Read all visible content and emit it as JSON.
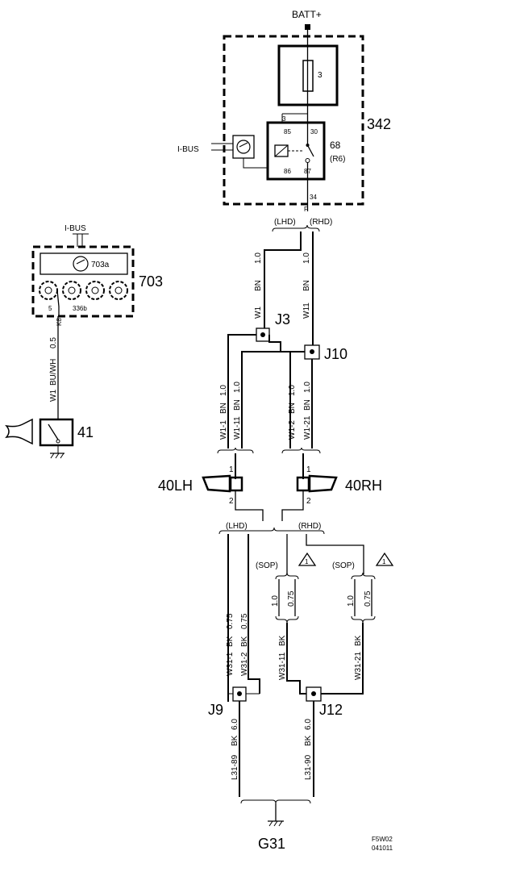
{
  "power": {
    "label": "BATT+"
  },
  "components": {
    "c342": {
      "id": "342"
    },
    "fuse": {
      "number": "3"
    },
    "relay": {
      "id": "68",
      "sub": "(R6)",
      "pin85": "85",
      "pin86": "86",
      "pin30": "30",
      "pin87": "87",
      "pin_top": "3"
    },
    "ibus_relay": {
      "label": "I-BUS"
    },
    "c703": {
      "id": "703",
      "sub_a": "703a",
      "sub_b": "336b",
      "bus": "I-BUS",
      "pin5": "5"
    },
    "c41": {
      "id": "41"
    },
    "horn_lh": {
      "id": "40LH",
      "pin1": "1",
      "pin2": "2"
    },
    "horn_rh": {
      "id": "40RH",
      "pin1": "1",
      "pin2": "2"
    },
    "ground": {
      "id": "G31"
    }
  },
  "connectors": {
    "pin34": "34",
    "pinF": "F",
    "pinK8": "K8"
  },
  "splices": {
    "j3": "J3",
    "j10": "J10",
    "j9": "J9",
    "j12": "J12"
  },
  "variants": {
    "lhd": "(LHD)",
    "rhd": "(RHD)",
    "sop": "(SOP)",
    "note": "1"
  },
  "wires": {
    "w1_bn": {
      "id": "W1",
      "color": "BN",
      "size": "1.0"
    },
    "w11_bn": {
      "id": "W11",
      "color": "BN",
      "size": "1.0"
    },
    "w1_buwh": {
      "id": "W1",
      "color": "BU/WH",
      "size": "0.5"
    },
    "w1_1": {
      "id": "W1-1",
      "color": "BN",
      "size": "1.0"
    },
    "w1_11": {
      "id": "W1-11",
      "color": "BN",
      "size": "1.0"
    },
    "w1_2": {
      "id": "W1-2",
      "color": "BN",
      "size": "1.0"
    },
    "w1_21": {
      "id": "W1-21",
      "color": "BN",
      "size": "1.0"
    },
    "w31_1": {
      "id": "W31-1",
      "color": "BK",
      "size": "0.75"
    },
    "w31_2": {
      "id": "W31-2",
      "color": "BK",
      "size": "0.75"
    },
    "w31_11": {
      "id": "W31-11",
      "color": "BK",
      "size": "0.75",
      "alt_size": "1.0"
    },
    "w31_21": {
      "id": "W31-21",
      "color": "BK",
      "size": "0.75",
      "alt_size": "1.0"
    },
    "l31_89": {
      "id": "L31-89",
      "color": "BK",
      "size": "6.0"
    },
    "l31_90": {
      "id": "L31-90",
      "color": "BK",
      "size": "6.0"
    }
  },
  "footer": {
    "code1": "F5W02",
    "code2": "041011"
  }
}
